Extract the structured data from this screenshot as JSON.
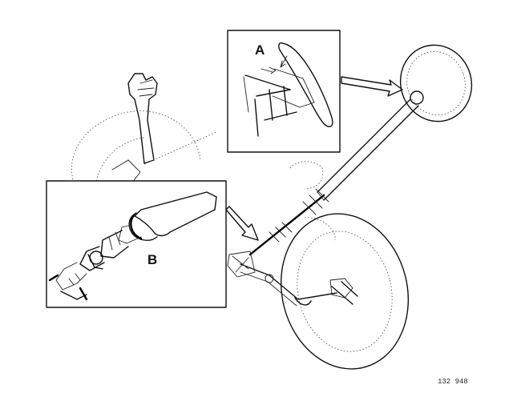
{
  "labels": {
    "detail_a": "A",
    "detail_b": "B",
    "ref_code": "132 948"
  },
  "colors": {
    "ink": "#111111",
    "paper": "#ffffff"
  }
}
